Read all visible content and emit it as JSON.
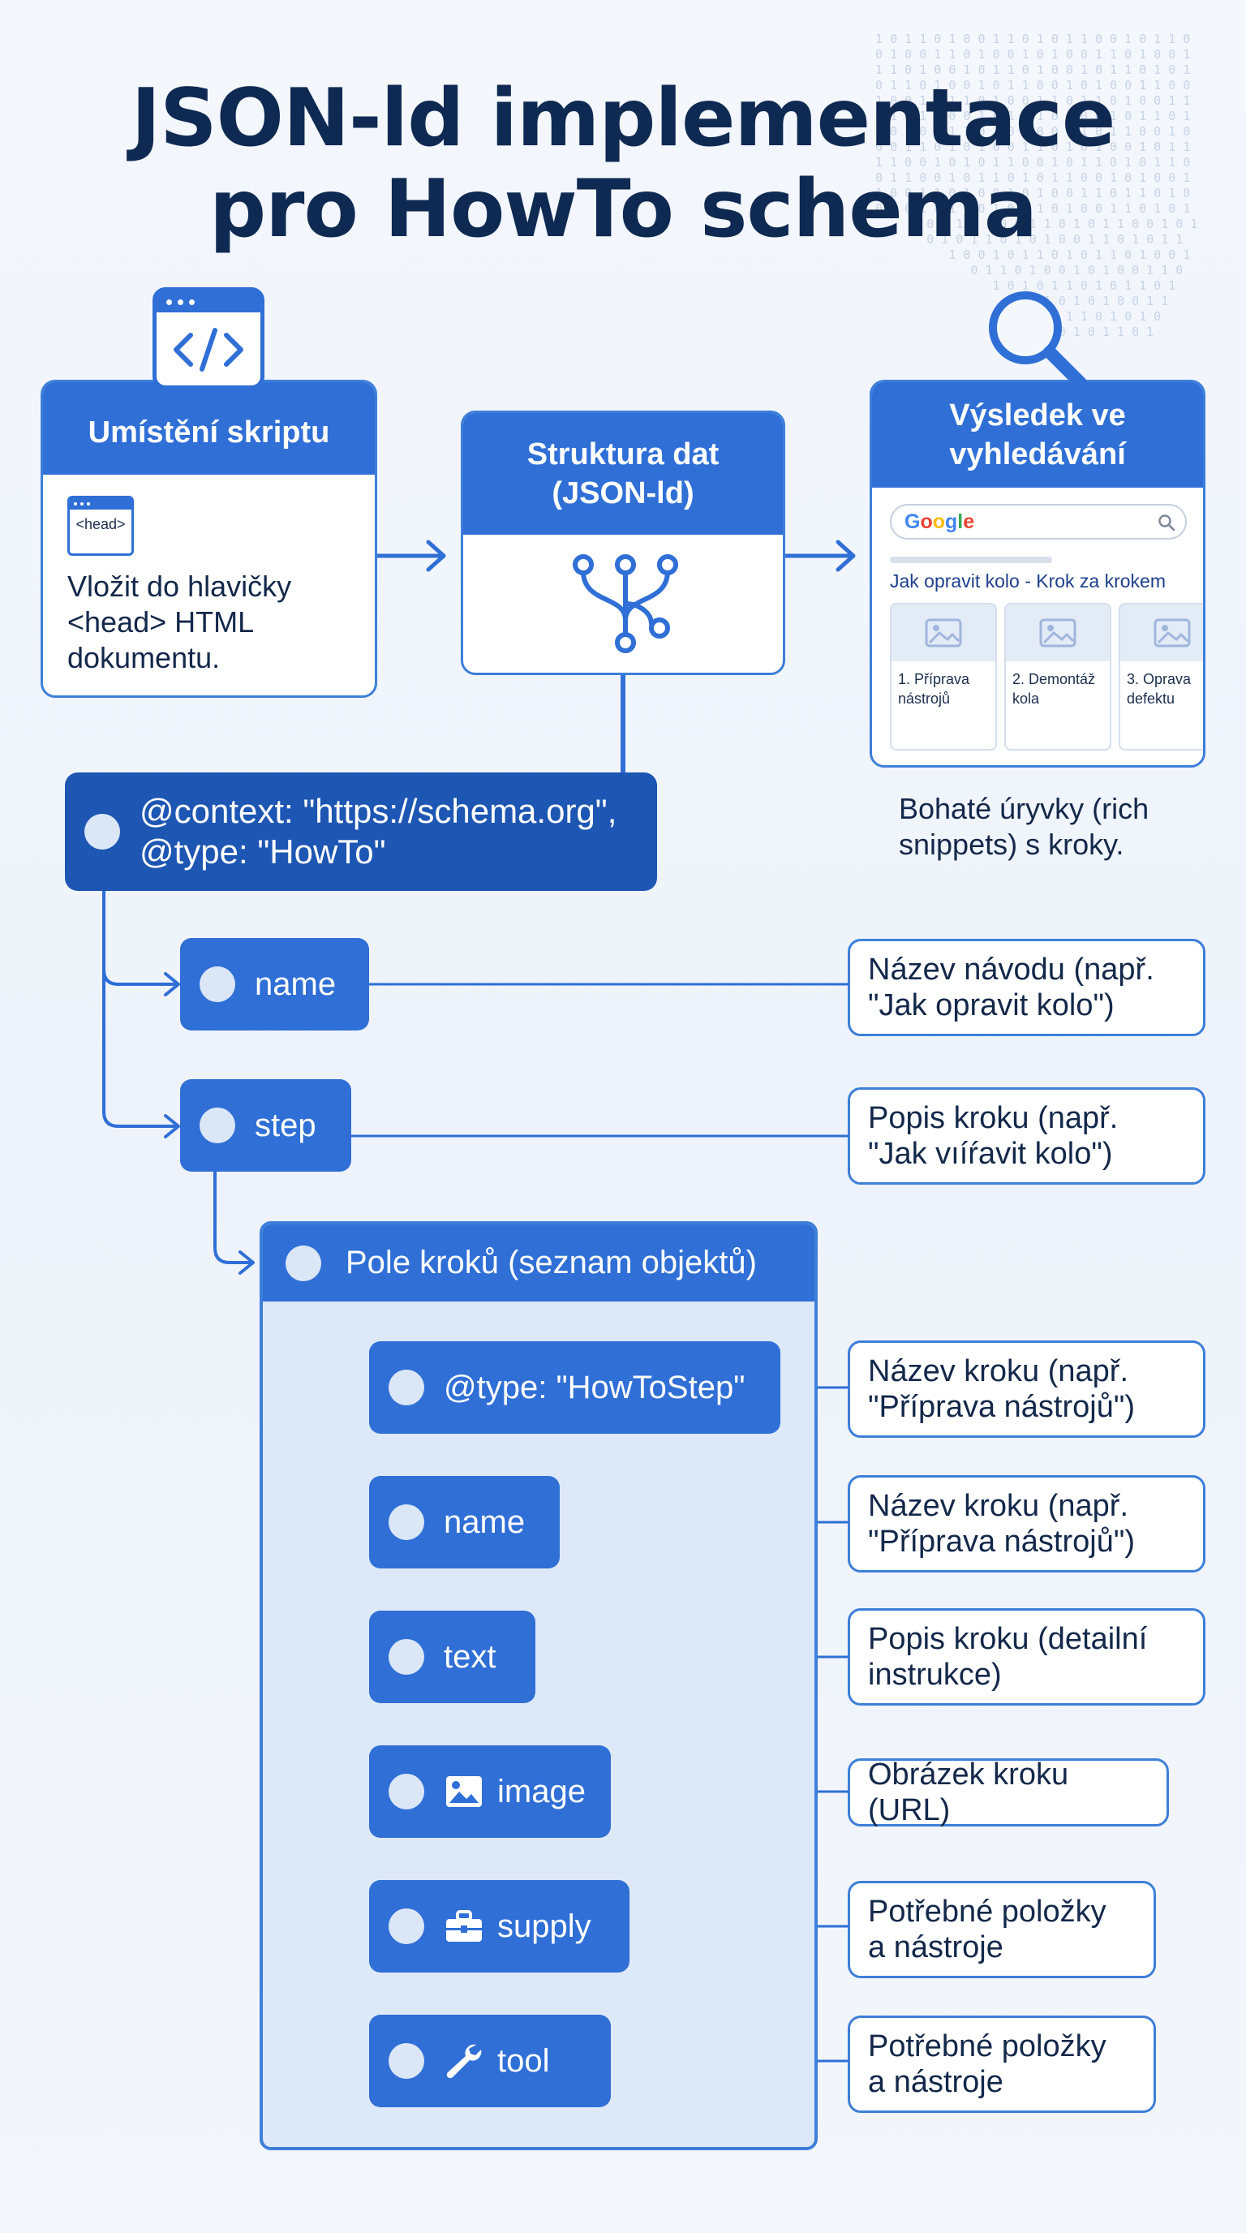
{
  "title_line1": "JSON-ld implementace",
  "title_line2": "pro HowTo schema",
  "colors": {
    "primary": "#2f6fd6",
    "dark": "#1d56b3",
    "text": "#0f2a52",
    "panel": "#dde8f8"
  },
  "placement": {
    "heading": "Umístění skriptu",
    "icon": "code-window-icon",
    "mini_label": "<head>",
    "text_lines": [
      "Vložit do hlavičky",
      "<head> HTML",
      "dokumentu."
    ]
  },
  "structure": {
    "heading_lines": [
      "Struktura dat",
      "(JSON-ld)"
    ],
    "icon": "tree-structure-icon"
  },
  "result": {
    "heading_lines": [
      "Výsledek ve",
      "vyhledávání"
    ],
    "icon": "magnifier-icon",
    "search_logo": "Google",
    "result_title": "Jak opravit kolo - Krok za krokem",
    "thumbs": [
      {
        "lines": [
          "1. Příprava",
          "nástrojů"
        ]
      },
      {
        "lines": [
          "2. Demontáž",
          "kola"
        ]
      },
      {
        "lines": [
          "3. Oprava",
          "defektu"
        ]
      }
    ],
    "caption_lines": [
      "Bohaté úryvky (rich",
      "snippets) s kroky."
    ]
  },
  "context_node": {
    "lines": [
      "@context: \"https://schema.org\",",
      "@type: \"HowTo\""
    ]
  },
  "root_props": [
    {
      "label": "name",
      "desc_lines": [
        "Název návodu (např.",
        "\"Jak opravit kolo\")"
      ]
    },
    {
      "label": "step",
      "desc_lines": [
        "Popis kroku (např.",
        "\"Jak vıíŕavit kolo\")"
      ]
    }
  ],
  "steps_panel": {
    "heading": "Pole kroků (seznam objektů)"
  },
  "step_props": [
    {
      "label": "@type: \"HowToStep\"",
      "icon": "",
      "desc_lines": [
        "Název kroku (např.",
        "\"Příprava nástrojů\")"
      ]
    },
    {
      "label": "name",
      "icon": "",
      "desc_lines": [
        "Název kroku (např.",
        "\"Příprava nástrojů\")"
      ]
    },
    {
      "label": "text",
      "icon": "",
      "desc_lines": [
        "Popis kroku (detailní",
        "instrukce)"
      ]
    },
    {
      "label": "image",
      "icon": "image-icon",
      "desc_lines": [
        "Obrázek kroku (URL)"
      ]
    },
    {
      "label": "supply",
      "icon": "toolbox-icon",
      "desc_lines": [
        "Potřebné položky",
        "a nástroje"
      ]
    },
    {
      "label": "tool",
      "icon": "wrench-icon",
      "desc_lines": [
        "Potřebné položky",
        "a nástroje"
      ]
    }
  ]
}
